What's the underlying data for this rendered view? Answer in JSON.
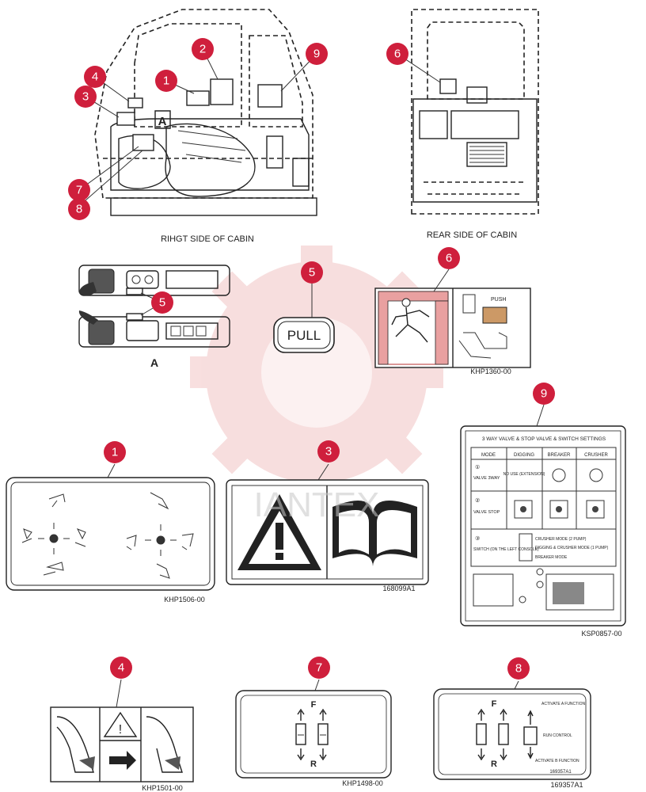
{
  "labels": {
    "right_side": "RIHGT SIDE OF CABIN",
    "rear_side": "REAR SIDE OF CABIN",
    "view_a_top": "A",
    "view_a_bottom": "A",
    "pull": "PULL",
    "watermark": "IANTEX"
  },
  "callouts": [
    "1",
    "2",
    "3",
    "4",
    "5",
    "6",
    "7",
    "8",
    "9"
  ],
  "part_codes": {
    "p1": "KHP1506-00",
    "p3": "168099A1",
    "p4": "KHP1501-00",
    "p6": "KHP1360-00",
    "p7": "KHP1498-00",
    "p8": "169357A1",
    "p8_small": "169357A1",
    "p9": "KSP0857-00"
  },
  "decal6": {
    "push": "PUSH"
  },
  "decal7": {
    "forward": "F",
    "reverse": "R"
  },
  "decal8": {
    "forward": "F",
    "reverse": "R",
    "activate_a": "ACTIVATE A FUNCTION",
    "activate_b": "ACTIVATE B FUNCTION",
    "control": "RUN CONTROL"
  },
  "decal9": {
    "title": "3 WAY VALVE & STOP VALVE & SWITCH SETTINGS",
    "headers": [
      "MODE",
      "DIGGING",
      "BREAKER",
      "CRUSHER"
    ],
    "row1_label": "VALVE 3WAY",
    "row1_no": "①",
    "row1_note": "NO USE (EXTENSION)",
    "row2_label": "VALVE STOP",
    "row2_no": "②",
    "row3_label": "SWITCH (ON THE LEFT CONSOLE)",
    "row3_no": "③",
    "mode_a": "CRUSHER MODE (2 PUMP)",
    "mode_b": "DIGGING & CRUSHER MODE (1 PUMP)",
    "mode_c": "BREAKER MODE"
  },
  "colors": {
    "callout": "#cf1f3c",
    "watermark": "#f3c7c7"
  }
}
